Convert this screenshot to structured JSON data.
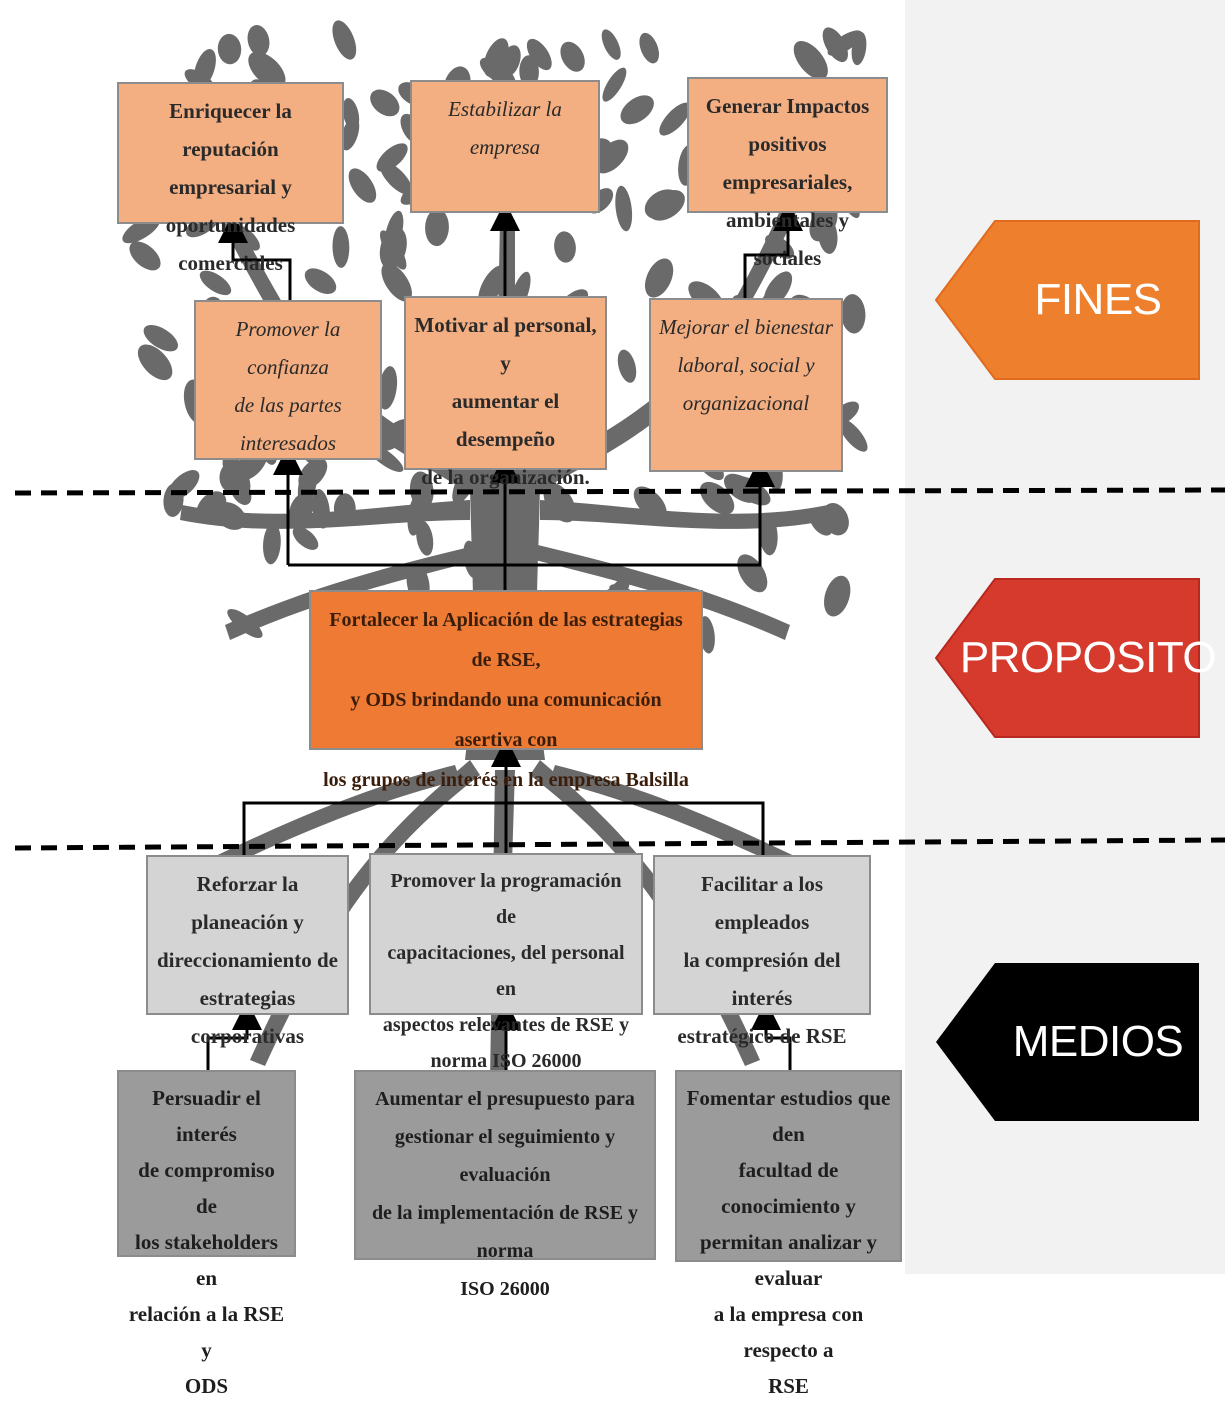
{
  "colors": {
    "fines": "#ee7f2d",
    "proposito": "#d63a2d",
    "medios": "#000000",
    "fine_box": "#f3ae82",
    "purpose_box": "#ee7a33",
    "medio_box_light": "#d4d4d4",
    "medio_box_dark": "#9b9b9b",
    "tree": "#6a6a6a"
  },
  "sections": {
    "fines": "FINES",
    "proposito": "PROPOSITO",
    "medios": "MEDIOS"
  },
  "fines_top": [
    "Enriquecer la reputación\nempresarial y\noportunidades comerciales",
    "Estabilizar la empresa",
    "Generar Impactos\npositivos empresariales,\nambientales y sociales"
  ],
  "fines_mid": [
    "Promover la confianza\nde las partes\ninteresados",
    "Motivar al personal, y\naumentar el desempeño\nde la organización.",
    "Mejorar el bienestar\nlaboral, social y\norganizacional"
  ],
  "purpose": "Fortalecer la Aplicación de las estrategias de RSE,\ny ODS brindando una comunicación asertiva con\nlos grupos de interés en la empresa Balsilla",
  "medios_top": [
    "Reforzar la planeación y\ndireccionamiento de\nestrategias corporativas",
    "Promover la programación de\ncapacitaciones, del personal en\naspectos relevantes  de RSE y\nnorma ISO 26000",
    "Facilitar a los empleados\nla compresión del interés\nestratégico de RSE"
  ],
  "medios_bottom": [
    "Persuadir el interés\nde compromiso de\nlos stakeholders en\nrelación a la RSE y\nODS",
    "Aumentar el presupuesto para\ngestionar el seguimiento y evaluación\nde la implementación de RSE y norma\nISO 26000",
    "Fomentar estudios que den\nfacultad de conocimiento y\npermitan analizar y evaluar\na la empresa con respecto a\nRSE"
  ]
}
